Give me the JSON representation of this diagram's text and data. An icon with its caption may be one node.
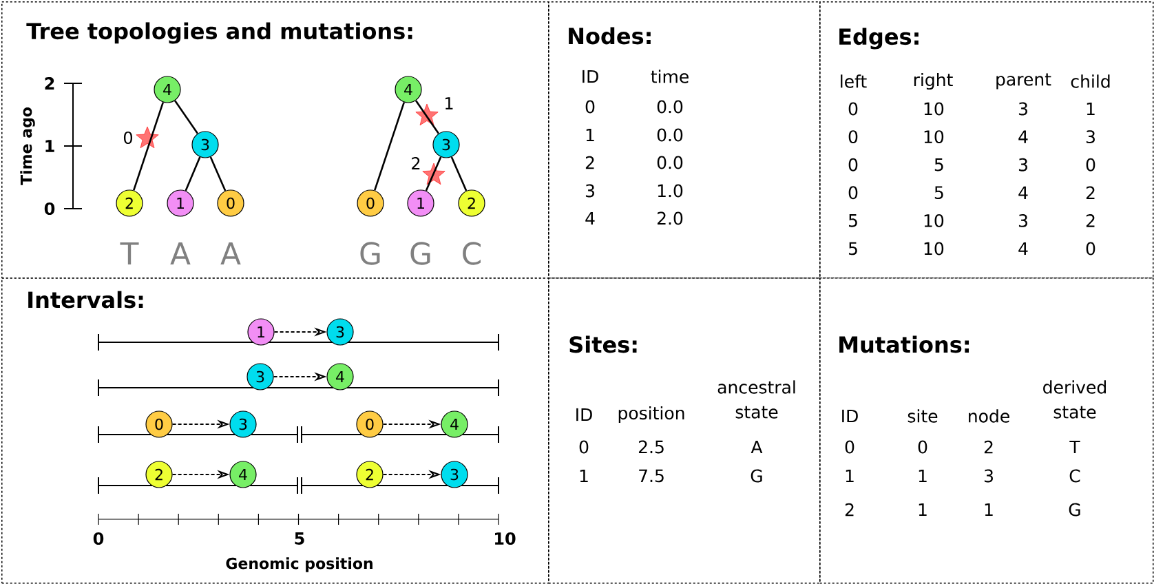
{
  "diagram": {
    "nodes": [
      {
        "text": [
          "Tree topologies and mutations:"
        ]
      },
      {
        "text": [
          "Nodes:"
        ]
      },
      {
        "text": [
          "Edges:"
        ]
      },
      {
        "text": [
          "Intervals:"
        ]
      },
      {
        "text": [
          "Sites:"
        ]
      },
      {
        "text": [
          "Mutations:"
        ]
      },
      {
        "text": [
          "4"
        ],
        "in": 0
      },
      {
        "text": [
          "3"
        ],
        "in": 0
      },
      {
        "text": [
          "2"
        ],
        "in": 0
      },
      {
        "text": [
          "1"
        ],
        "in": 0
      },
      {
        "text": [
          "0"
        ],
        "in": 0
      },
      {
        "text": [
          "4"
        ],
        "in": 0
      },
      {
        "text": [
          "3"
        ],
        "in": 0
      },
      {
        "text": [
          "0"
        ],
        "in": 0
      },
      {
        "text": [
          "1"
        ],
        "in": 0
      },
      {
        "text": [
          "2"
        ],
        "in": 0
      },
      {
        "text": [
          "1"
        ],
        "in": 3
      },
      {
        "text": [
          "3"
        ],
        "in": 3
      },
      {
        "text": [
          "3"
        ],
        "in": 3
      },
      {
        "text": [
          "4"
        ],
        "in": 3
      },
      {
        "text": [
          "0"
        ],
        "in": 3
      },
      {
        "text": [
          "3"
        ],
        "in": 3
      },
      {
        "text": [
          "0"
        ],
        "in": 3
      },
      {
        "text": [
          "4"
        ],
        "in": 3
      },
      {
        "text": [
          "2"
        ],
        "in": 3
      },
      {
        "text": [
          "4"
        ],
        "in": 3
      },
      {
        "text": [
          "2"
        ],
        "in": 3
      },
      {
        "text": [
          "3"
        ],
        "in": 3
      }
    ],
    "edges": [
      {
        "from": 6,
        "to": 8,
        "arrow": "none"
      },
      {
        "from": 6,
        "to": 7,
        "arrow": "none"
      },
      {
        "from": 7,
        "to": 9,
        "arrow": "none"
      },
      {
        "from": 7,
        "to": 10,
        "arrow": "none"
      },
      {
        "from": 11,
        "to": 13,
        "arrow": "none"
      },
      {
        "from": 11,
        "to": 12,
        "arrow": "none"
      },
      {
        "from": 12,
        "to": 14,
        "arrow": "none"
      },
      {
        "from": 12,
        "to": 15,
        "arrow": "none"
      },
      {
        "from": 16,
        "to": 17,
        "arrow": "to",
        "style": "dashed"
      },
      {
        "from": 18,
        "to": 19,
        "arrow": "to",
        "style": "dashed"
      },
      {
        "from": 20,
        "to": 21,
        "arrow": "to",
        "style": "dashed"
      },
      {
        "from": 22,
        "to": 23,
        "arrow": "to",
        "style": "dashed"
      },
      {
        "from": 24,
        "to": 25,
        "arrow": "to",
        "style": "dashed"
      },
      {
        "from": 26,
        "to": 27,
        "arrow": "to",
        "style": "dashed"
      }
    ],
    "labels": [
      "2",
      "1",
      "0",
      "Time ago",
      "0",
      "1",
      "2",
      "T",
      "A",
      "A",
      "G",
      "G",
      "C",
      "ID",
      "time",
      "0",
      "0.0",
      "1",
      "0.0",
      "2",
      "0.0",
      "3",
      "1.0",
      "4",
      "2.0",
      "left",
      "right",
      "parent",
      "child",
      "0",
      "10",
      "3",
      "1",
      "0",
      "10",
      "4",
      "3",
      "0",
      "5",
      "3",
      "0",
      "0",
      "5",
      "4",
      "2",
      "5",
      "10",
      "3",
      "2",
      "5",
      "10",
      "4",
      "0",
      "0",
      "5",
      "10",
      "Genomic position",
      "ID",
      "position",
      "ancestral state",
      "0",
      "2.5",
      "A",
      "1",
      "7.5",
      "G",
      "ID",
      "site",
      "node",
      "derived state",
      "0",
      "0",
      "2",
      "T",
      "1",
      "1",
      "3",
      "C",
      "2",
      "1",
      "1",
      "G"
    ]
  }
}
